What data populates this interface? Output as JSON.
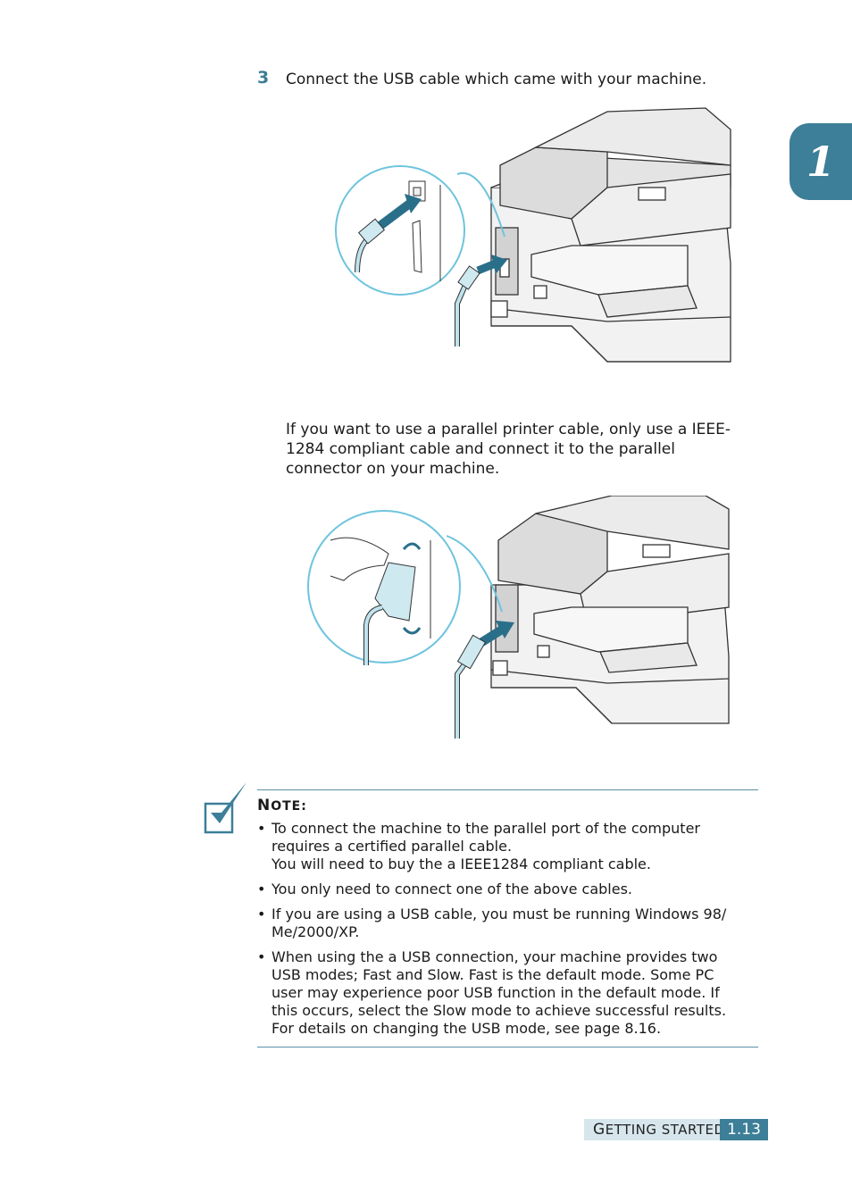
{
  "chapter": {
    "number": "1"
  },
  "step": {
    "number": "3",
    "text": "Connect the USB cable which came with your machine."
  },
  "paragraph": {
    "lines": [
      "If you want to use a parallel printer cable, only use a IEEE-",
      "1284 compliant cable and connect it to the parallel",
      "connector on your machine."
    ]
  },
  "note": {
    "title_first": "N",
    "title_rest": "OTE:",
    "items": [
      {
        "lines": [
          "To connect the machine to the parallel port of the computer",
          "requires a certified parallel cable.",
          "You will need to buy the a IEEE1284 compliant cable."
        ]
      },
      {
        "lines": [
          "You only need to connect one of the above cables."
        ]
      },
      {
        "lines": [
          "If you are using a USB cable, you must be running Windows 98/",
          "Me/2000/XP."
        ]
      },
      {
        "lines": [
          "When using the a USB connection, your machine provides two",
          "USB modes; Fast and Slow. Fast is the default mode. Some PC",
          "user may experience poor USB function in the default mode. If",
          "this occurs, select the Slow mode to achieve successful results.",
          "For details on changing the USB mode, see page 8.16."
        ]
      }
    ]
  },
  "footer": {
    "section_first": "G",
    "section_rest": "ETTING STARTED",
    "page": "1.13"
  },
  "colors": {
    "accent": "#3d7e98",
    "footer_tint": "#d7e6ed",
    "callout_ring": "#6ec4dd"
  }
}
